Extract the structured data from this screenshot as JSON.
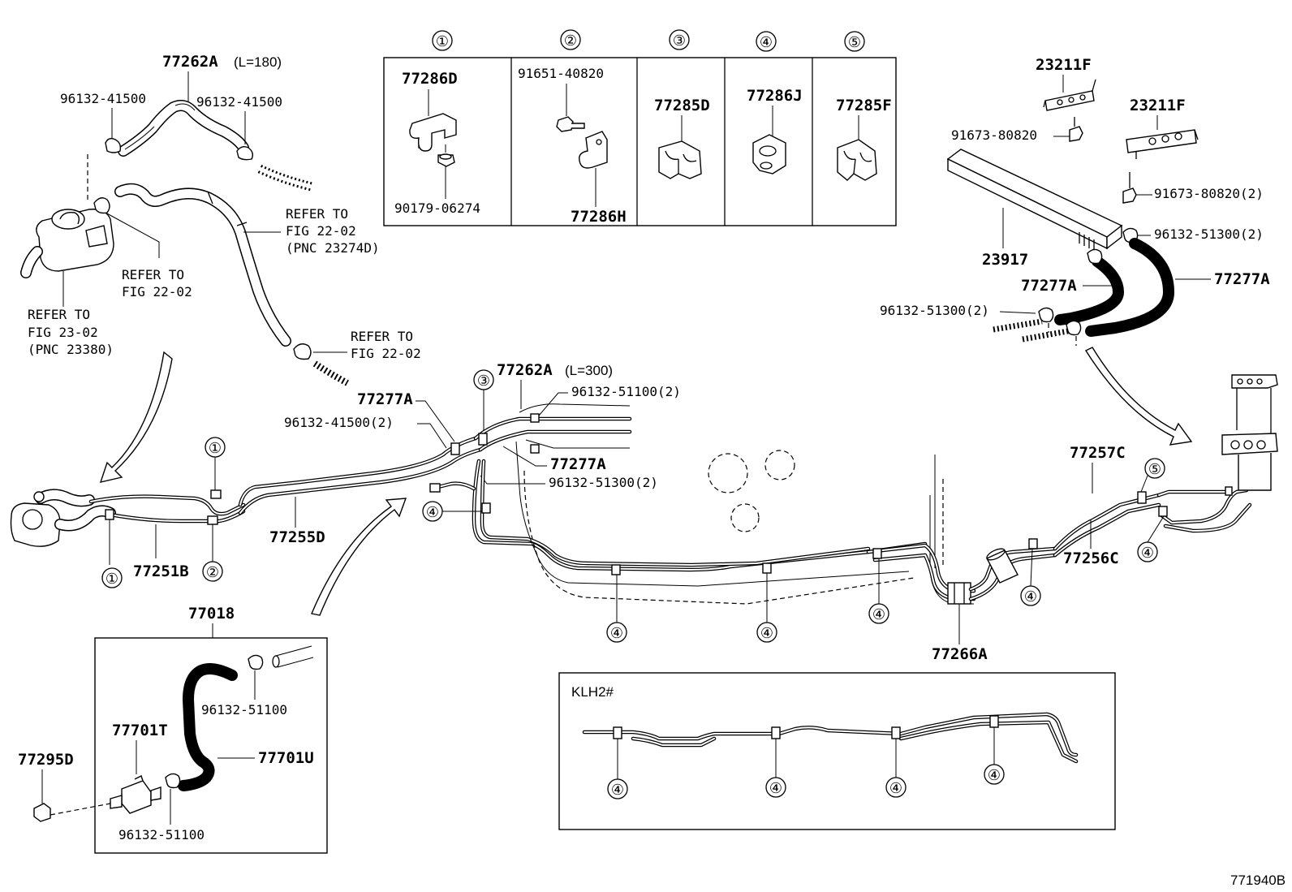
{
  "figure_id": "771940B",
  "clamp_table": {
    "columns": [
      {
        "num": "①",
        "parts": [
          "77286D",
          "90179-06274"
        ]
      },
      {
        "num": "②",
        "parts": [
          "91651-40820",
          "77286H"
        ]
      },
      {
        "num": "③",
        "parts": [
          "77285D"
        ]
      },
      {
        "num": "④",
        "parts": [
          "77286J"
        ]
      },
      {
        "num": "⑤",
        "parts": [
          "77285F"
        ]
      }
    ]
  },
  "labels": {
    "hose_top": "77262A",
    "hose_top_len": "(L=180)",
    "clip_a": "96132-41500",
    "clip_b": "96132-41500",
    "refer_1": [
      "REFER TO",
      "FIG 22-02",
      "(PNC 23274D)"
    ],
    "refer_2": [
      "REFER TO",
      "FIG 22-02"
    ],
    "refer_3": [
      "REFER TO",
      "FIG 23-02",
      "(PNC 23380)"
    ],
    "refer_4": [
      "REFER TO",
      "FIG 22-02"
    ],
    "tube_251": "77251B",
    "tube_255": "77255D",
    "hose_277_left": "77277A",
    "clip_415_2": "96132-41500(2)",
    "hose_262_300": "77262A",
    "hose_262_300_len": "(L=300)",
    "clip_511_2": "96132-51100(2)",
    "hose_277_mid": "77277A",
    "clip_513_mid": "96132-51300(2)",
    "bracket_1": "23211F",
    "bracket_2": "23211F",
    "bolt_1": "91673-80820",
    "bolt_2": "91673-80820(2)",
    "canister": "23917",
    "clip_513_r1": "96132-51300(2)",
    "hose_277_r1": "77277A",
    "hose_277_r2": "77277A",
    "clip_513_r2": "96132-51300(2)",
    "tube_257": "77257C",
    "tube_256": "77256C",
    "joint_266": "77266A",
    "assy_018": "77018",
    "clip_511_a": "96132-51100",
    "clip_511_b": "96132-51100",
    "valve_701t": "77701T",
    "hose_701u": "77701U",
    "plug_295": "77295D",
    "variant": "KLH2#"
  },
  "callouts": [
    "①",
    "②",
    "③",
    "④",
    "⑤"
  ]
}
